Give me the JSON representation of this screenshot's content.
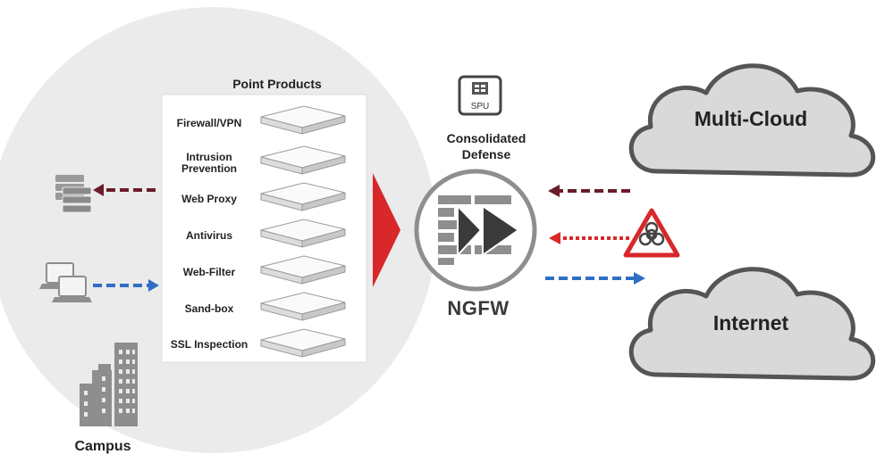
{
  "point_products": {
    "title": "Point Products",
    "items": [
      "Firewall/VPN",
      "Intrusion\nPrevention",
      "Web Proxy",
      "Antivirus",
      "Web-Filter",
      "Sand-box",
      "SSL Inspection"
    ]
  },
  "consolidated": {
    "label": "Consolidated\nDefense",
    "chip_label": "SPU"
  },
  "ngfw": {
    "label": "NGFW"
  },
  "clouds": {
    "top": "Multi-Cloud",
    "bottom": "Internet"
  },
  "campus": {
    "label": "Campus"
  },
  "colors": {
    "campus_circle": "#ebebeb",
    "accent_red": "#d8282a",
    "maroon_arrow": "#6b1c2a",
    "blue_arrow": "#2e6fc4",
    "cloud_fill": "#d9d9d9",
    "cloud_stroke": "#555555",
    "icon_gray": "#8e8e8e"
  },
  "icons": [
    "server-icon",
    "laptop-icon",
    "building-icon",
    "spu-chip-icon",
    "ngfw-firewall-icon",
    "biohazard-icon",
    "cloud-icon"
  ]
}
